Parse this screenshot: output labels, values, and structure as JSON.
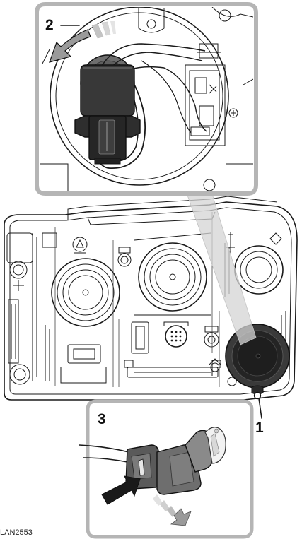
{
  "callouts": {
    "one": "1",
    "two": "2",
    "three": "3"
  },
  "reference_code": "LAN2553",
  "colors": {
    "inset_frame": "#b5b5b5",
    "cap": "#2a2a2a",
    "housing_line": "#1a1a1a",
    "arrow_dark": "#1a1a1a",
    "arrow_grey": "#9a9a9a",
    "bulb_grey": "#6e6e6e"
  },
  "icons": [
    "rotate-arrow-icon",
    "push-arrow-icon",
    "pull-arrow-icon"
  ]
}
